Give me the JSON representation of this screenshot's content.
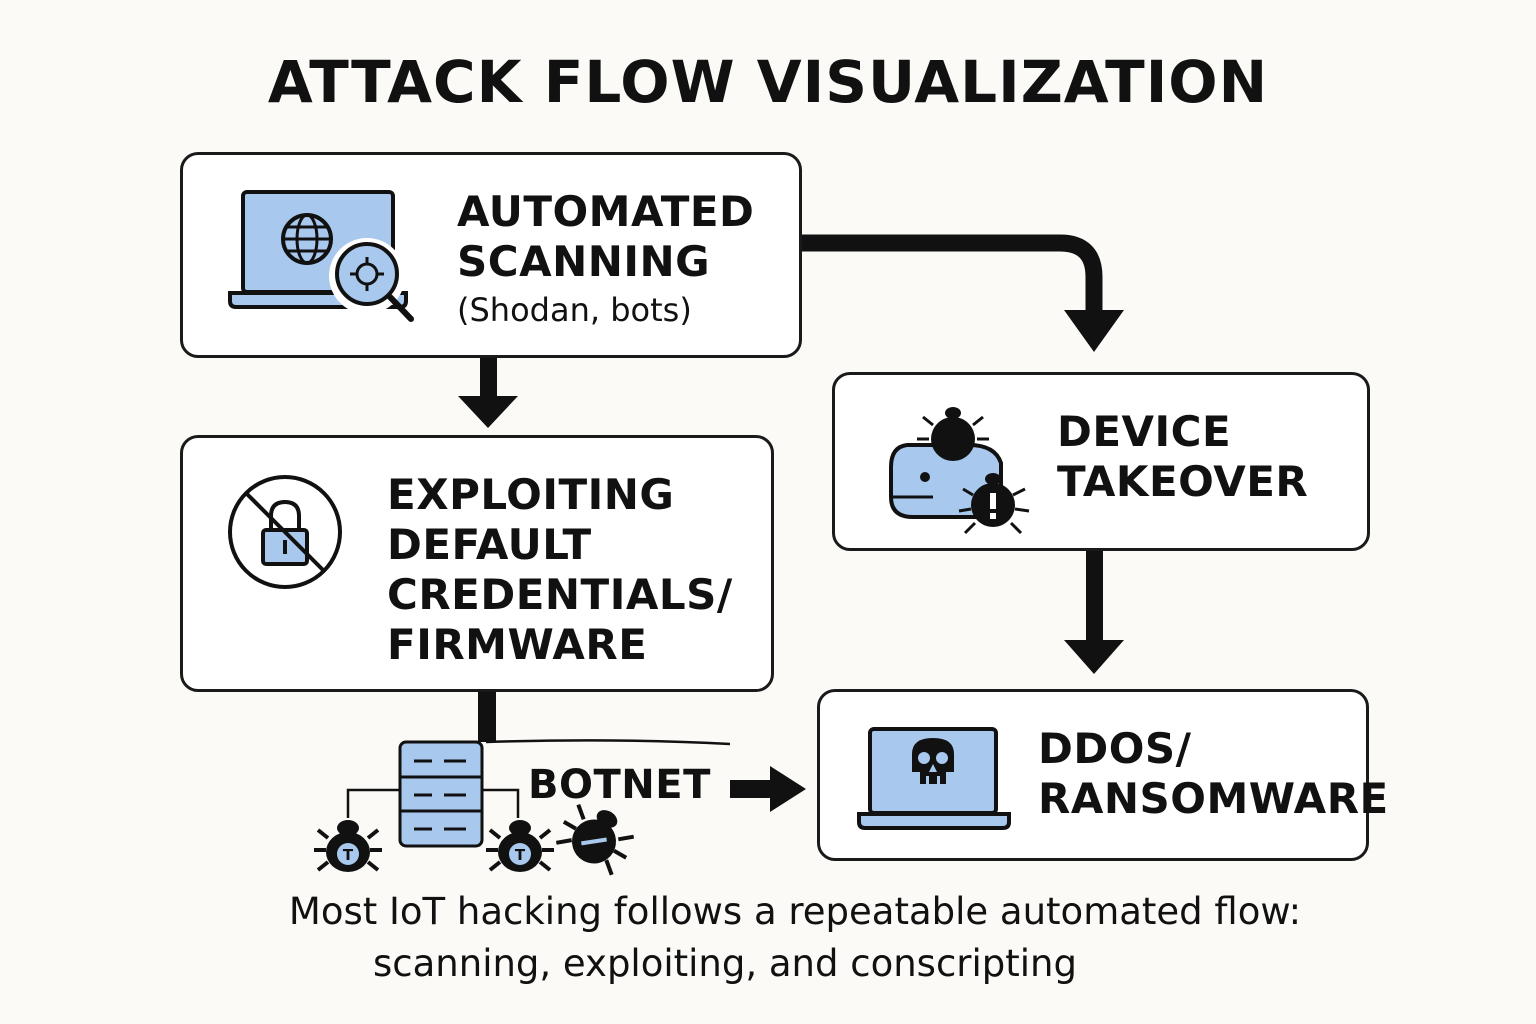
{
  "title": "ATTACK FLOW VISUALIZATION",
  "colors": {
    "accent_fill": "#a9c8ee",
    "stroke": "#111111",
    "box_border": "#1a1a1a"
  },
  "nodes": {
    "scanning": {
      "label": "AUTOMATED\nSCANNING",
      "sublabel": "(Shodan, bots)",
      "icon": "laptop-globe-search-icon"
    },
    "exploiting": {
      "label": "EXPLOITING\nDEFAULT\nCREDENTIALS/\nFIRMWARE",
      "icon": "no-lock-icon"
    },
    "takeover": {
      "label": "DEVICE\nTAKEOVER",
      "icon": "device-bug-icon"
    },
    "ddos": {
      "label": "DDOS/\nRANSOMWARE",
      "icon": "laptop-skull-icon"
    },
    "botnet": {
      "label": "BOTNET",
      "icon": "server-bugs-icon"
    }
  },
  "caption": {
    "line1": "Most IoT hacking  follows a repeatable automated flow:",
    "line2": "scanning, exploiting, and conscripting"
  }
}
